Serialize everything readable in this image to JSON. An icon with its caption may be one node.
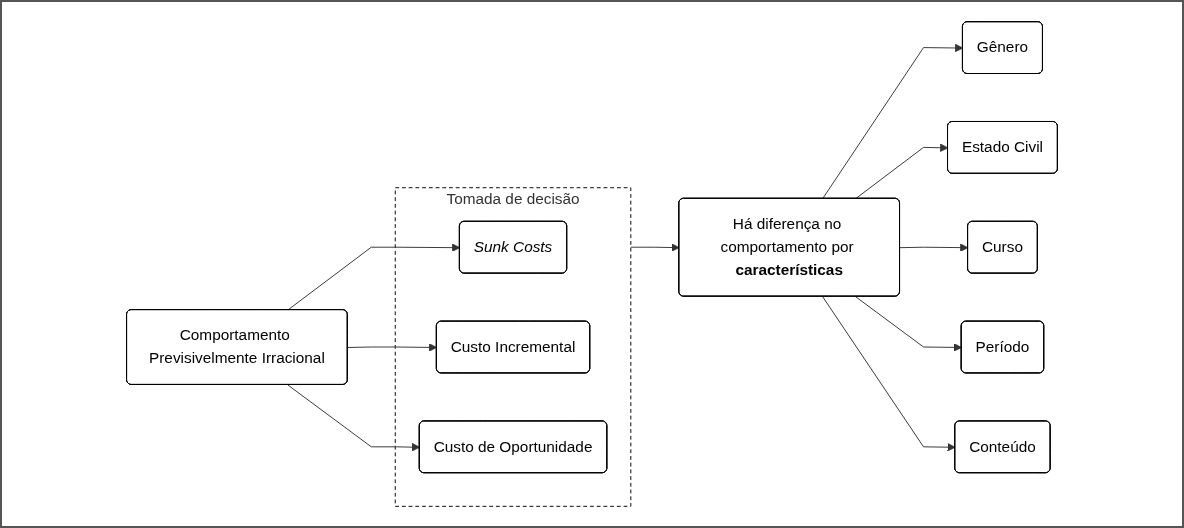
{
  "diagram": {
    "nodes": [
      {
        "text": [
          "Comportamento Previsivelmente Irracional"
        ]
      },
      {
        "text": [
          "Tomada de decisão"
        ]
      },
      {
        "text": [
          "Sunk Costs"
        ],
        "in": 1
      },
      {
        "text": [
          "Custo Incremental"
        ],
        "in": 1
      },
      {
        "text": [
          "Custo de Oportunidade"
        ],
        "in": 1
      },
      {
        "text": [
          "Há diferença no comportamento por **características**"
        ]
      },
      {
        "text": [
          "Gênero"
        ]
      },
      {
        "text": [
          "Estado Civil"
        ]
      },
      {
        "text": [
          "Curso"
        ]
      },
      {
        "text": [
          "Período"
        ]
      },
      {
        "text": [
          "Conteúdo"
        ]
      }
    ],
    "edges": [
      {
        "from": 0,
        "to": 2,
        "arrow": "to"
      },
      {
        "from": 0,
        "to": 3,
        "arrow": "to"
      },
      {
        "from": 0,
        "to": 4,
        "arrow": "to"
      },
      {
        "from": 1,
        "to": 5,
        "arrow": "to"
      },
      {
        "from": 5,
        "to": 6,
        "arrow": "to"
      },
      {
        "from": 5,
        "to": 7,
        "arrow": "to"
      },
      {
        "from": 5,
        "to": 8,
        "arrow": "to"
      },
      {
        "from": 5,
        "to": 9,
        "arrow": "to"
      },
      {
        "from": 5,
        "to": 10,
        "arrow": "to"
      }
    ]
  }
}
